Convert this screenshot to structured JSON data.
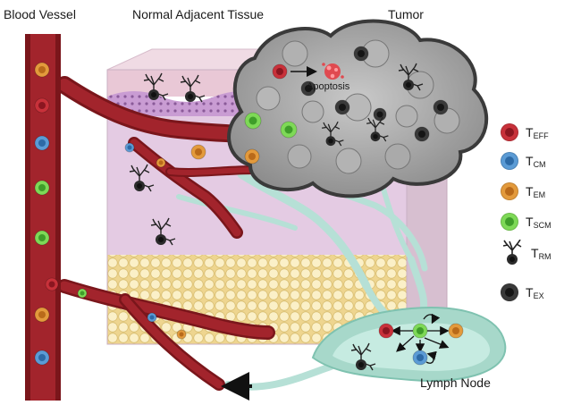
{
  "labels": {
    "blood_vessel": "Blood Vessel",
    "normal_tissue": "Normal Adjacent Tissue",
    "tumor": "Tumor",
    "apoptosis": "Apoptosis",
    "lymph_node": "Lymph Node"
  },
  "legend": [
    {
      "main": "T",
      "sub": "EFF",
      "kind": "dot",
      "color": "#c8313a",
      "inner": "#8b1620"
    },
    {
      "main": "T",
      "sub": "CM",
      "kind": "dot",
      "color": "#5b9bd5",
      "inner": "#2d6aa6"
    },
    {
      "main": "T",
      "sub": "EM",
      "kind": "dot",
      "color": "#e39a3c",
      "inner": "#b96a1a"
    },
    {
      "main": "T",
      "sub": "SCM",
      "kind": "dot",
      "color": "#7ed957",
      "inner": "#3f9e2a"
    },
    {
      "main": "T",
      "sub": "RM",
      "kind": "dendritic",
      "color": "#2b2b2b",
      "inner": "#111111"
    },
    {
      "main": "T",
      "sub": "EX",
      "kind": "dot",
      "color": "#3a3a3a",
      "inner": "#151515"
    }
  ],
  "colors": {
    "vessel": "#8e1d22",
    "vessel_dark": "#6a1217",
    "tissue_pink": "#e7cdd8",
    "tissue_purple": "#d7b3d9",
    "fat": "#f3e2a5",
    "tumor_gray": "#9a9a9a",
    "lymph": "#a8d9cc"
  }
}
